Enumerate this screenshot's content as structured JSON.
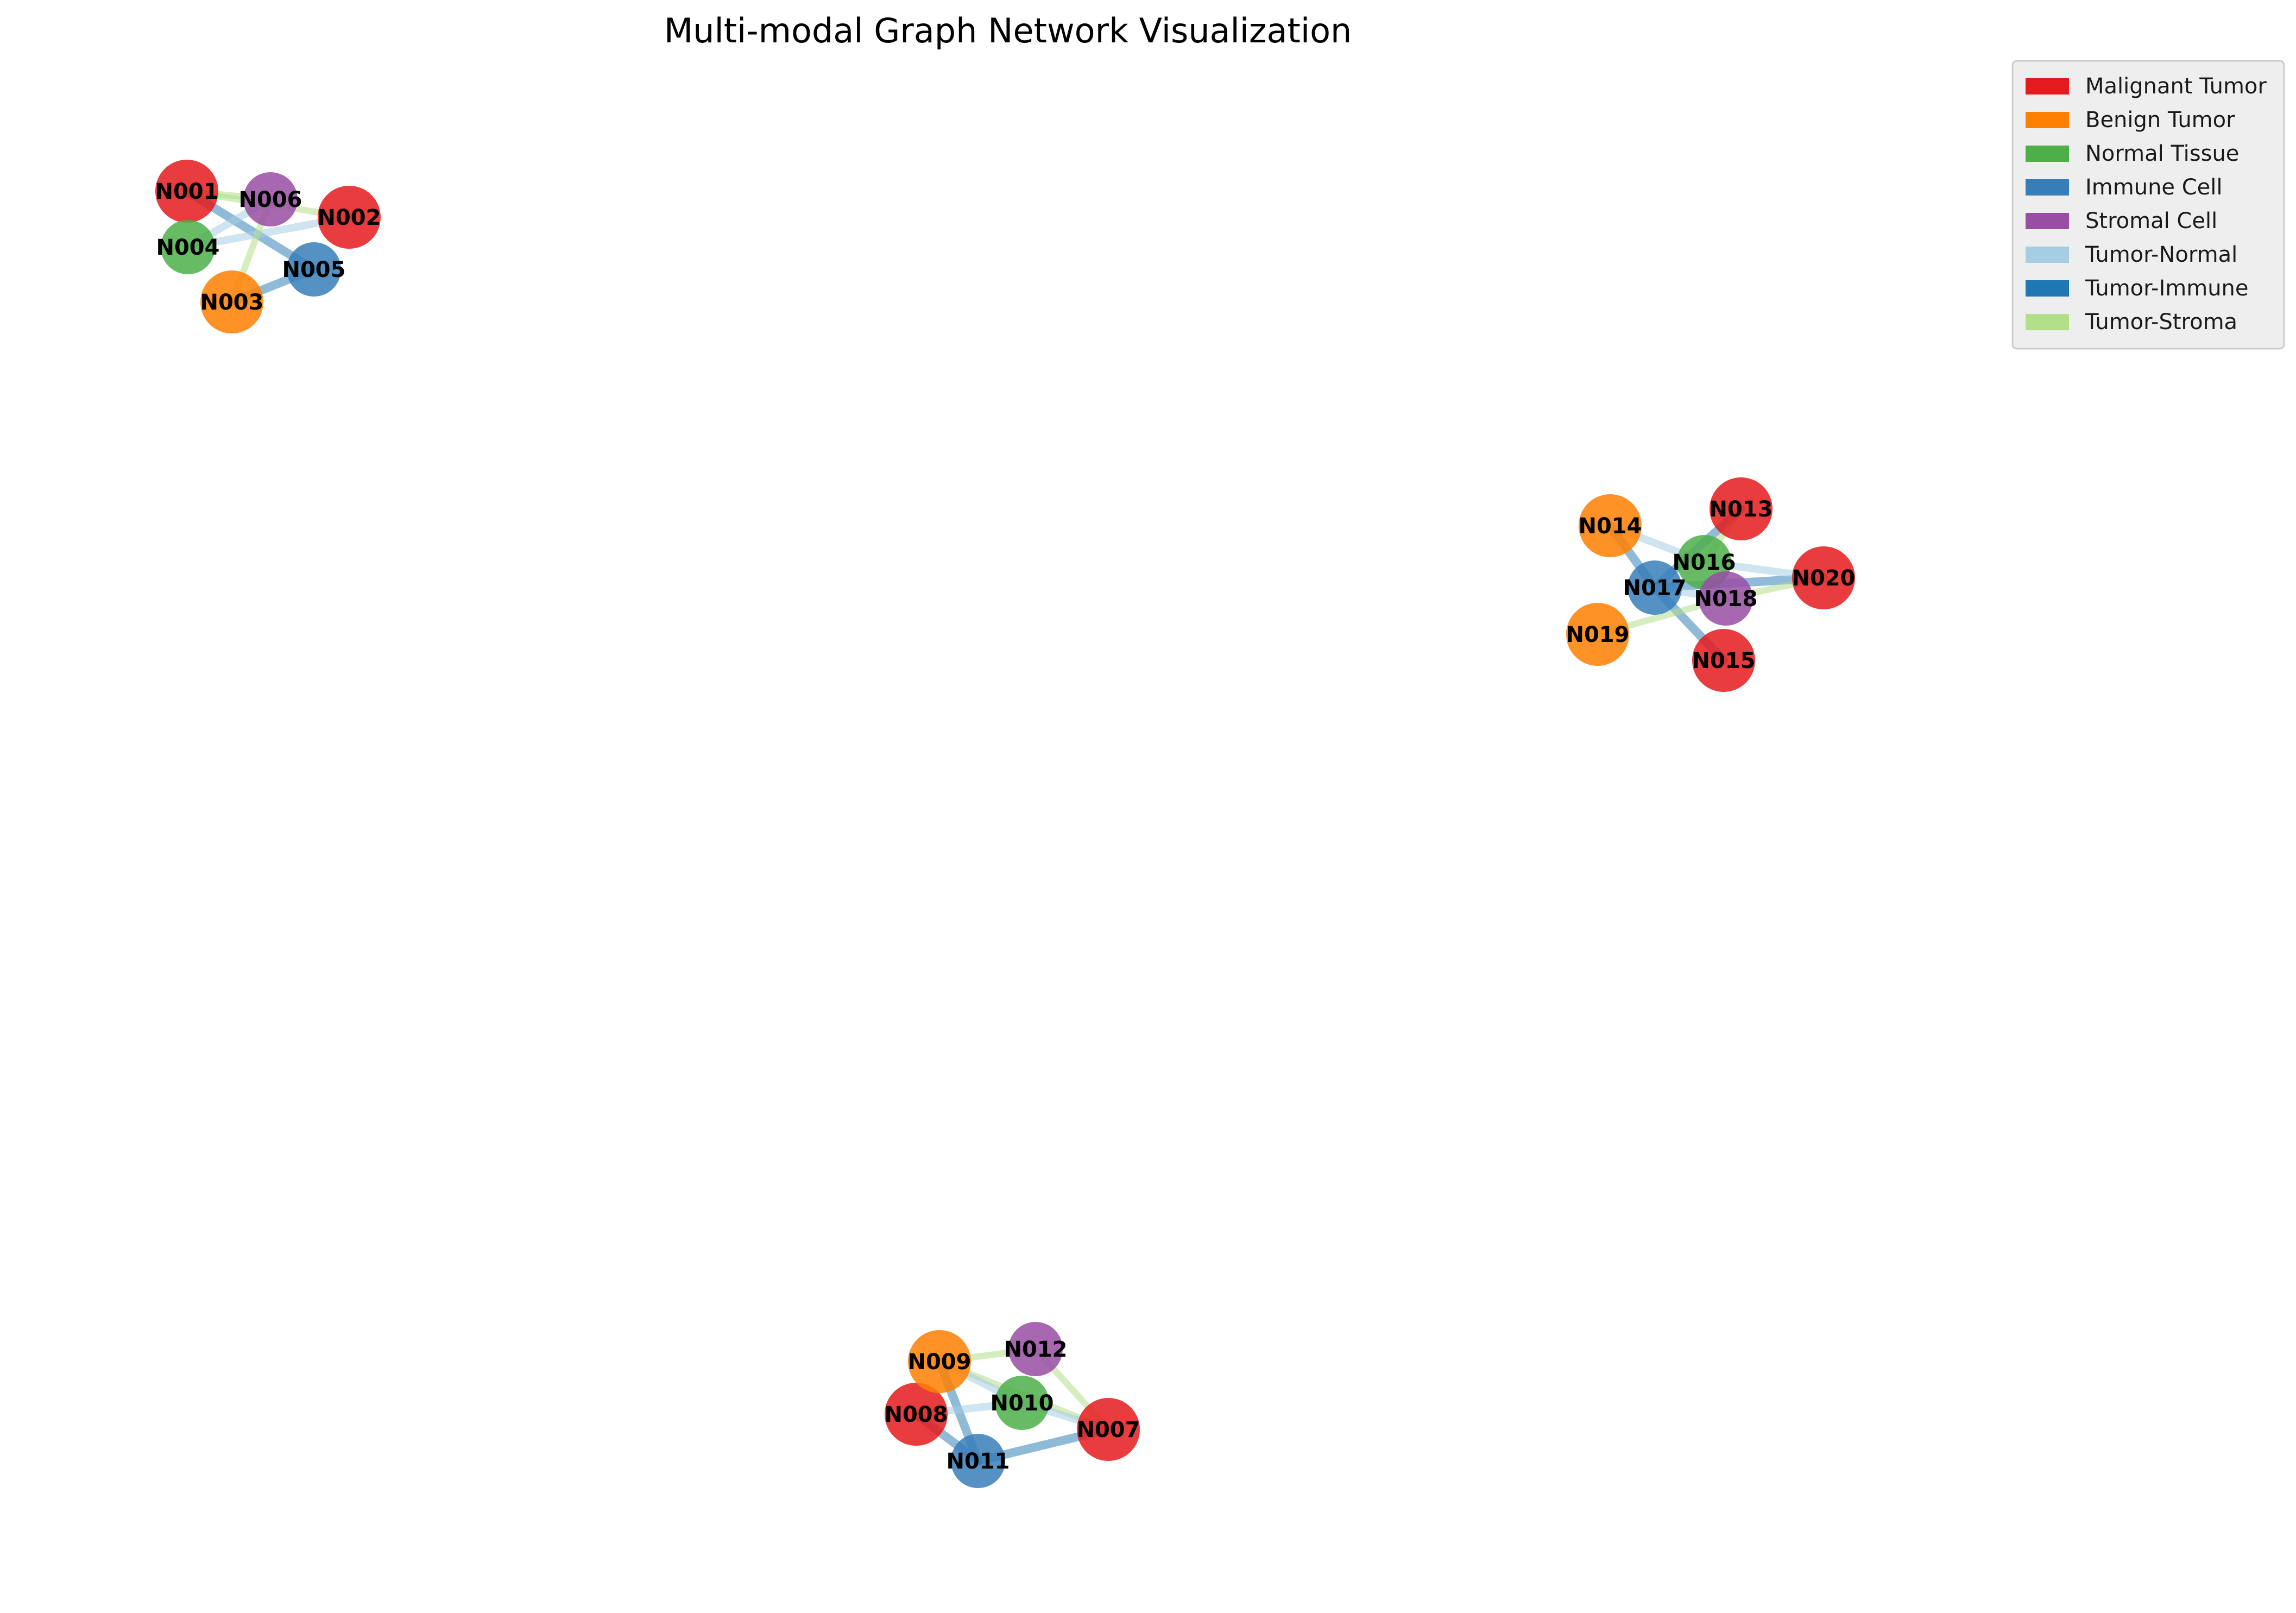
{
  "title": "Multi-modal Graph Network Visualization",
  "legend": {
    "entries": [
      {
        "label": "Malignant Tumor",
        "color": "#e41a1c"
      },
      {
        "label": "Benign Tumor",
        "color": "#ff7f00"
      },
      {
        "label": "Normal Tissue",
        "color": "#4daf4a"
      },
      {
        "label": "Immune Cell",
        "color": "#377eb8"
      },
      {
        "label": "Stromal Cell",
        "color": "#984ea3"
      },
      {
        "label": "Tumor-Normal",
        "color": "#a6cee3"
      },
      {
        "label": "Tumor-Immune",
        "color": "#1f78b4"
      },
      {
        "label": "Tumor-Stroma",
        "color": "#b2df8a"
      }
    ]
  },
  "node_types": {
    "Malignant Tumor": "#e41a1c",
    "Benign Tumor": "#ff7f00",
    "Normal Tissue": "#4daf4a",
    "Immune Cell": "#377eb8",
    "Stromal Cell": "#984ea3"
  },
  "edge_types": {
    "Tumor-Normal": "#a6cee3",
    "Tumor-Immune": "#1f78b4",
    "Tumor-Stroma": "#b2df8a"
  },
  "nodes": [
    {
      "id": "N001",
      "type": "Malignant Tumor"
    },
    {
      "id": "N002",
      "type": "Malignant Tumor"
    },
    {
      "id": "N003",
      "type": "Benign Tumor"
    },
    {
      "id": "N004",
      "type": "Normal Tissue"
    },
    {
      "id": "N005",
      "type": "Immune Cell"
    },
    {
      "id": "N006",
      "type": "Stromal Cell"
    },
    {
      "id": "N007",
      "type": "Malignant Tumor"
    },
    {
      "id": "N008",
      "type": "Malignant Tumor"
    },
    {
      "id": "N009",
      "type": "Benign Tumor"
    },
    {
      "id": "N010",
      "type": "Normal Tissue"
    },
    {
      "id": "N011",
      "type": "Immune Cell"
    },
    {
      "id": "N012",
      "type": "Stromal Cell"
    },
    {
      "id": "N013",
      "type": "Malignant Tumor"
    },
    {
      "id": "N014",
      "type": "Benign Tumor"
    },
    {
      "id": "N015",
      "type": "Malignant Tumor"
    },
    {
      "id": "N016",
      "type": "Normal Tissue"
    },
    {
      "id": "N017",
      "type": "Immune Cell"
    },
    {
      "id": "N018",
      "type": "Stromal Cell"
    },
    {
      "id": "N019",
      "type": "Benign Tumor"
    },
    {
      "id": "N020",
      "type": "Malignant Tumor"
    }
  ],
  "edges": [
    {
      "source": "N001",
      "target": "N005",
      "type": "Tumor-Immune"
    },
    {
      "source": "N001",
      "target": "N006",
      "type": "Tumor-Stroma"
    },
    {
      "source": "N001",
      "target": "N002",
      "type": "Tumor-Stroma"
    },
    {
      "source": "N004",
      "target": "N002",
      "type": "Tumor-Normal"
    },
    {
      "source": "N004",
      "target": "N006",
      "type": "Tumor-Normal"
    },
    {
      "source": "N003",
      "target": "N005",
      "type": "Tumor-Immune"
    },
    {
      "source": "N003",
      "target": "N006",
      "type": "Tumor-Stroma"
    },
    {
      "source": "N009",
      "target": "N011",
      "type": "Tumor-Immune"
    },
    {
      "source": "N008",
      "target": "N011",
      "type": "Tumor-Immune"
    },
    {
      "source": "N011",
      "target": "N007",
      "type": "Tumor-Immune"
    },
    {
      "source": "N009",
      "target": "N007",
      "type": "Tumor-Stroma"
    },
    {
      "source": "N012",
      "target": "N007",
      "type": "Tumor-Stroma"
    },
    {
      "source": "N010",
      "target": "N007",
      "type": "Tumor-Normal"
    },
    {
      "source": "N008",
      "target": "N010",
      "type": "Tumor-Normal"
    },
    {
      "source": "N009",
      "target": "N012",
      "type": "Tumor-Stroma"
    },
    {
      "source": "N009",
      "target": "N010",
      "type": "Tumor-Normal"
    },
    {
      "source": "N014",
      "target": "N017",
      "type": "Tumor-Immune"
    },
    {
      "source": "N013",
      "target": "N017",
      "type": "Tumor-Immune"
    },
    {
      "source": "N017",
      "target": "N015",
      "type": "Tumor-Immune"
    },
    {
      "source": "N017",
      "target": "N020",
      "type": "Tumor-Immune"
    },
    {
      "source": "N014",
      "target": "N016",
      "type": "Tumor-Normal"
    },
    {
      "source": "N016",
      "target": "N020",
      "type": "Tumor-Normal"
    },
    {
      "source": "N013",
      "target": "N016",
      "type": "Tumor-Stroma"
    },
    {
      "source": "N019",
      "target": "N018",
      "type": "Tumor-Stroma"
    },
    {
      "source": "N018",
      "target": "N020",
      "type": "Tumor-Stroma"
    },
    {
      "source": "N017",
      "target": "N018",
      "type": "Tumor-Normal"
    }
  ]
}
